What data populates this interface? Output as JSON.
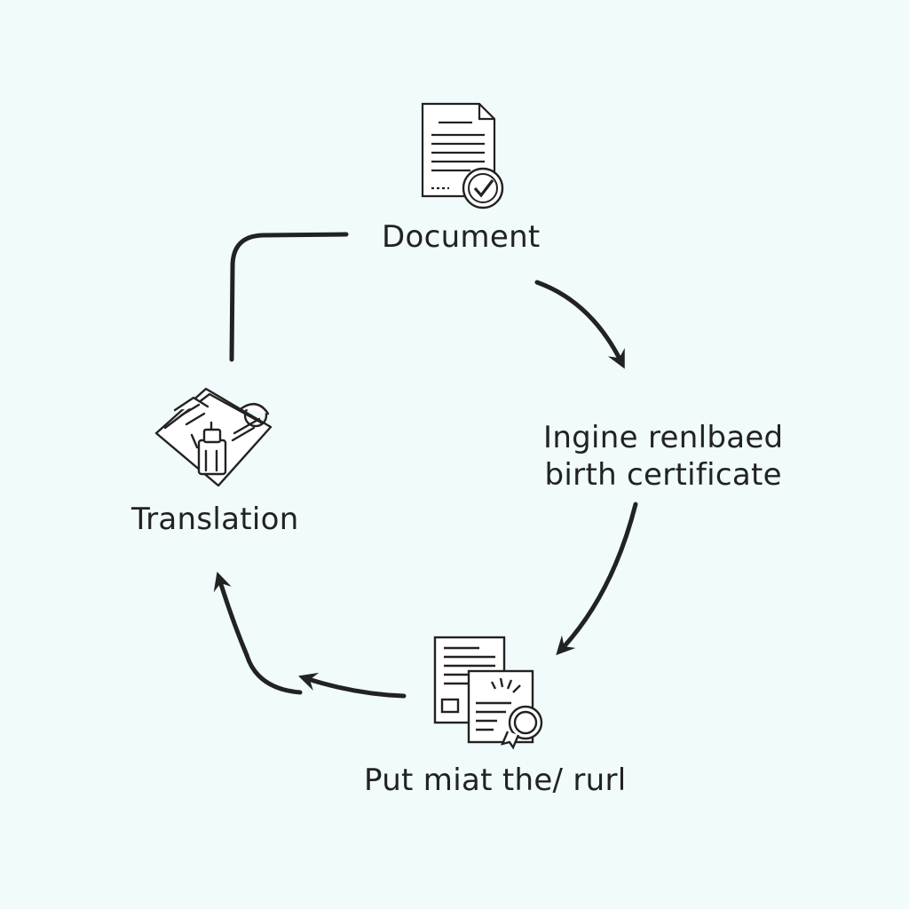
{
  "steps": {
    "document": {
      "label": "Document",
      "icon": "document-check-icon"
    },
    "certificate": {
      "line1": "Ingine renlbaed",
      "line2": "birth certificate"
    },
    "final": {
      "label": "Put miat the/ rurl",
      "icon": "certified-documents-icon"
    },
    "translation": {
      "label": "Translation",
      "icon": "translation-tools-icon"
    }
  },
  "colors": {
    "background": "#f1fbfc",
    "ink": "#222222",
    "paper": "#ffffff"
  }
}
